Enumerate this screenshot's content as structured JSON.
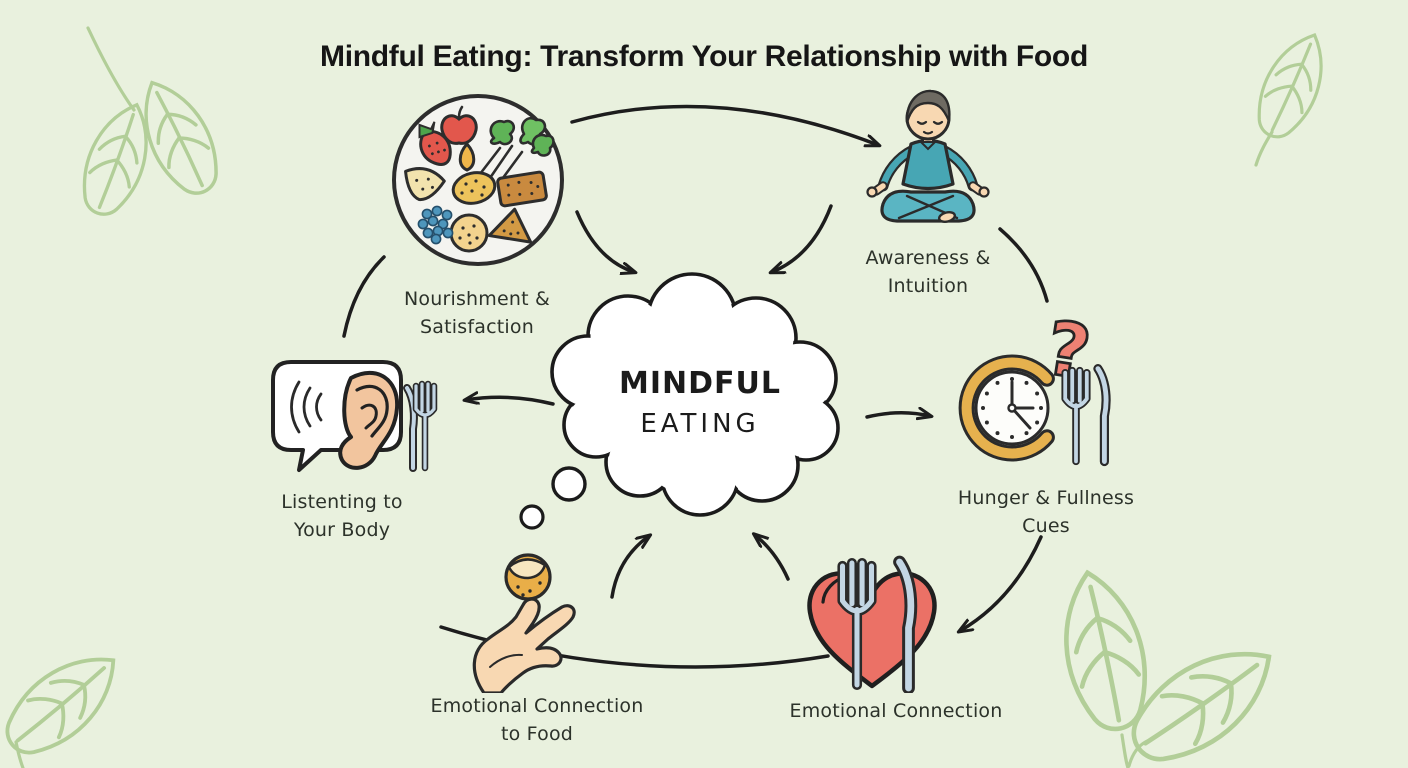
{
  "title": "Mindful Eating: Transform Your Relationship with Food",
  "center_cloud": {
    "line1": "MINDFUL",
    "line2": "EATING"
  },
  "nodes": {
    "nourishment": {
      "line1": "Nourishment &",
      "line2": "Satisfaction"
    },
    "awareness": {
      "line1": "Awareness &",
      "line2": "Intuition"
    },
    "hunger_fullness": {
      "line1": "Hunger & Fullness",
      "line2": "Cues"
    },
    "emotional_connection": {
      "line1": "Emotional Connection",
      "line2": ""
    },
    "emotional_food": {
      "line1": "Emotional Connection",
      "line2": "to Food"
    },
    "listening": {
      "line1": "Listenting to",
      "line2": "Your Body"
    }
  },
  "icons": {
    "question_mark": "?",
    "names": [
      "food-plate-icon",
      "meditating-person-icon",
      "clock-question-cutlery-icon",
      "heart-cutlery-icon",
      "hand-cookie-icon",
      "ear-speech-bubble-icon",
      "thought-cloud",
      "leaf-decoration"
    ]
  },
  "colors": {
    "background": "#e9f1de",
    "line": "#1f1f1f",
    "leaf_outline": "#a9c88c",
    "text": "#2c322a",
    "heart_red": "#eb7166",
    "teal_shirt": "#47a6b4",
    "teal_pants": "#5ab5c3",
    "skin": "#f8d8b2",
    "gold_ring": "#e6b14e",
    "cutlery_blue": "#c3d6e4",
    "question_red": "#ee8173",
    "cookie_gold": "#e9ae48",
    "food_red": "#e2574c",
    "food_green": "#5fb357",
    "berry_blue": "#4e96bc"
  }
}
